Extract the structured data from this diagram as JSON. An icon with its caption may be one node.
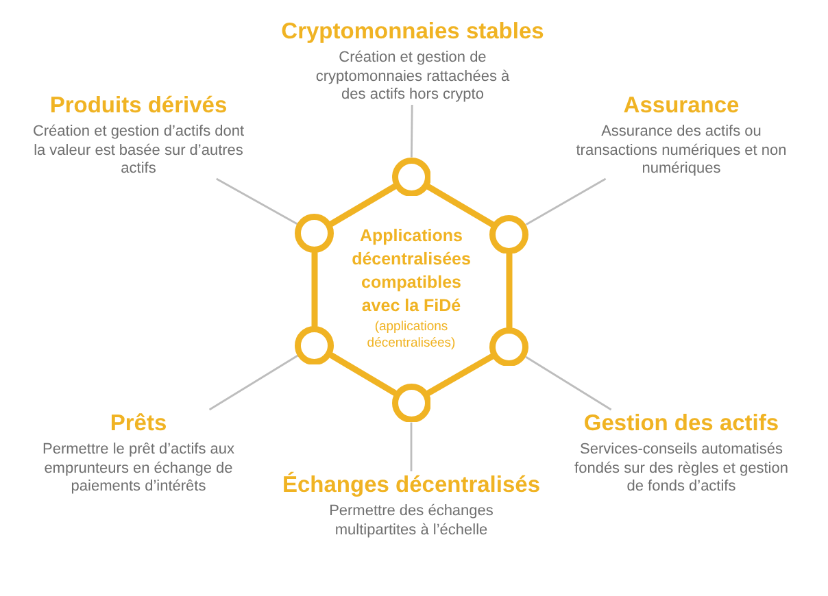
{
  "diagram": {
    "nodes": [
      {
        "text": [
          "Cryptomonnaies stables",
          "Création et gestion de cryptomonnaies rattachées à des actifs hors crypto"
        ]
      },
      {
        "text": [
          "Produits dérivés",
          "Création et gestion d’actifs dont la valeur est basée sur d’autres actifs"
        ]
      },
      {
        "text": [
          "Assurance",
          "Assurance des actifs ou transactions numériques et non numériques"
        ]
      },
      {
        "text": [],
        "shape": "circle"
      },
      {
        "text": [],
        "shape": "circle"
      },
      {
        "text": [],
        "shape": "circle"
      },
      {
        "text": [],
        "shape": "circle"
      },
      {
        "text": [],
        "shape": "circle"
      },
      {
        "text": [],
        "shape": "circle"
      },
      {
        "text": [
          "Applications décentralisées compatibles avec la FiDé",
          "(applications décentralisées)"
        ]
      },
      {
        "text": [
          "Prêts",
          "Permettre le prêt d’actifs aux emprunteurs en échange de paiements d’intérêts"
        ]
      },
      {
        "text": [
          "Gestion des actifs",
          "Services-conseils automatisés fondés sur des règles et gestion de fonds d’actifs"
        ]
      },
      {
        "text": [
          "Échanges décentralisés",
          "Permettre des échanges multipartites à l’échelle"
        ]
      }
    ],
    "edges": [
      {
        "from": 3,
        "to": 5,
        "arrow": "none",
        "style": "thick"
      },
      {
        "from": 5,
        "to": 7,
        "arrow": "none",
        "style": "thick"
      },
      {
        "from": 7,
        "to": 8,
        "arrow": "none",
        "style": "thick"
      },
      {
        "from": 8,
        "to": 6,
        "arrow": "none",
        "style": "thick"
      },
      {
        "from": 6,
        "to": 4,
        "arrow": "none",
        "style": "thick"
      },
      {
        "from": 4,
        "to": 3,
        "arrow": "none",
        "style": "thick"
      },
      {
        "from": 0,
        "to": 3,
        "arrow": "none",
        "color": "#bdbdbd"
      },
      {
        "from": 1,
        "to": 4,
        "arrow": "none",
        "color": "#bdbdbd"
      },
      {
        "from": 2,
        "to": 5,
        "arrow": "none",
        "color": "#bdbdbd"
      },
      {
        "from": 10,
        "to": 6,
        "arrow": "none",
        "color": "#bdbdbd"
      },
      {
        "from": 11,
        "to": 7,
        "arrow": "none",
        "color": "#bdbdbd"
      },
      {
        "from": 12,
        "to": 8,
        "arrow": "none",
        "color": "#bdbdbd"
      }
    ]
  }
}
